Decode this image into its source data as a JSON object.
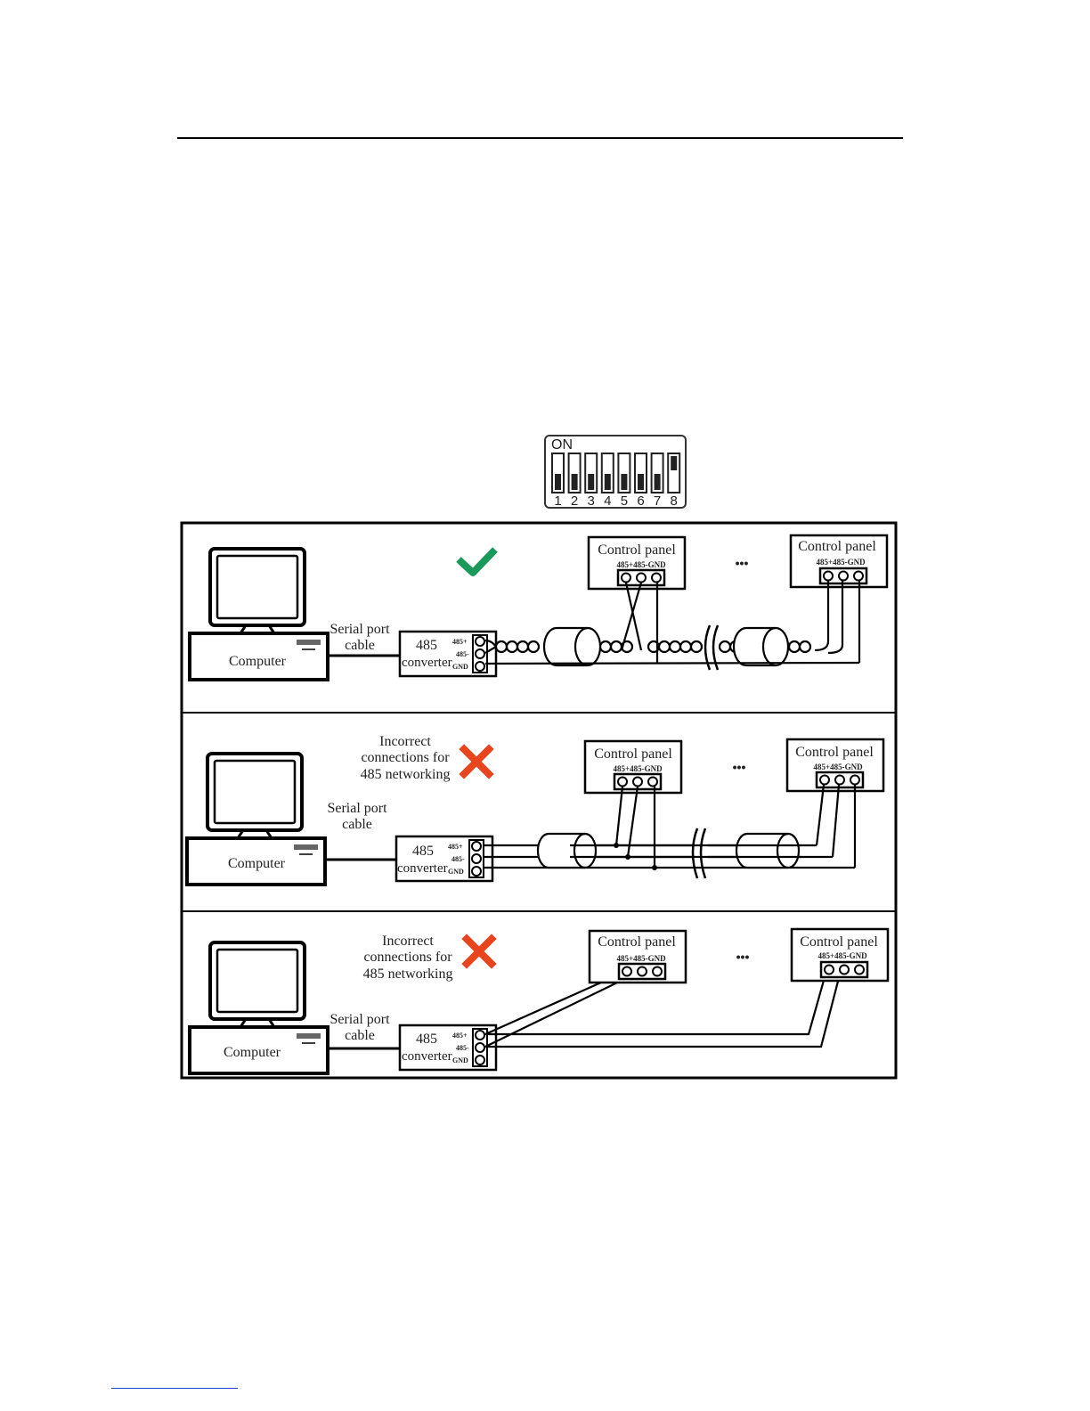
{
  "dip_switch": {
    "on_label": "ON",
    "numbers": [
      "1",
      "2",
      "3",
      "4",
      "5",
      "6",
      "7",
      "8"
    ],
    "on_positions": [
      false,
      false,
      false,
      false,
      false,
      false,
      false,
      true
    ]
  },
  "labels": {
    "computer": "Computer",
    "serial_line1": "Serial port",
    "serial_line2": "cable",
    "converter_line1": "485",
    "converter_line2": "converter",
    "terminal_plus": "485+",
    "terminal_minus": "485-",
    "terminal_gnd": "GND",
    "control_panel": "Control panel",
    "panel_terminals": "485+485-GND",
    "ellipsis": "•••",
    "incorrect_line1": "Incorrect",
    "incorrect_line2": "connections for",
    "incorrect_line3": "485 networking"
  },
  "status": {
    "correct_color": "#1a9a5a",
    "incorrect_color": "#e8441e"
  }
}
